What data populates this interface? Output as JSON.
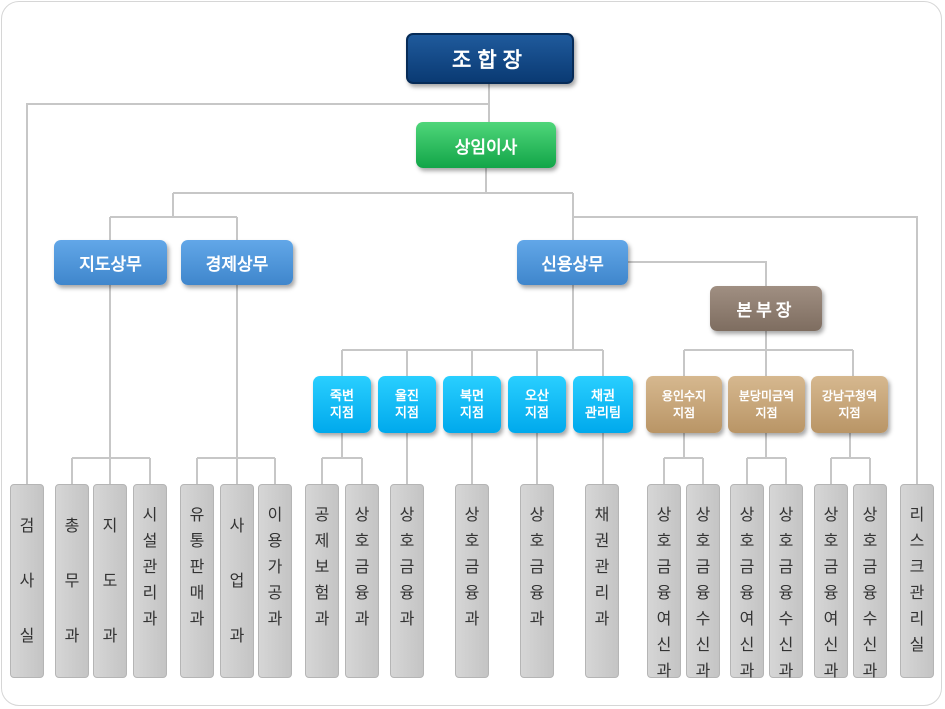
{
  "top": "조합장",
  "second": "상임이사",
  "divisions": {
    "jido": "지도상무",
    "gyeongje": "경제상무",
    "sinyong": "신용상무"
  },
  "bonbujang": "본부장",
  "branches": [
    {
      "l1": "죽변",
      "l2": "지점"
    },
    {
      "l1": "울진",
      "l2": "지점"
    },
    {
      "l1": "북면",
      "l2": "지점"
    },
    {
      "l1": "오산",
      "l2": "지점"
    },
    {
      "l1": "채권",
      "l2": "관리팀"
    }
  ],
  "hq_branches": [
    {
      "l1": "용인수지",
      "l2": "지점"
    },
    {
      "l1": "분당미금역",
      "l2": "지점"
    },
    {
      "l1": "강남구청역",
      "l2": "지점"
    }
  ],
  "departments": [
    "검사실",
    "총무과",
    "지도과",
    "시설관리과",
    "유통판매과",
    "사업과",
    "이용가공과",
    "공제보험과",
    "상호금융과",
    "상호금융과",
    "상호금융과",
    "상호금융과",
    "채권관리과",
    "상호금융여신과",
    "상호금융수신과",
    "상호금융여신과",
    "상호금융수신과",
    "상호금융여신과",
    "상호금융수신과",
    "리스크관리실"
  ],
  "colors": {
    "navy": "#0a3a73",
    "green": "#12a548",
    "blue": "#3f86cc",
    "brown": "#7e6d60",
    "cyan": "#00a9ec",
    "tan": "#b99566",
    "grey": "#c8c8c8",
    "line": "#c7c7c7"
  }
}
